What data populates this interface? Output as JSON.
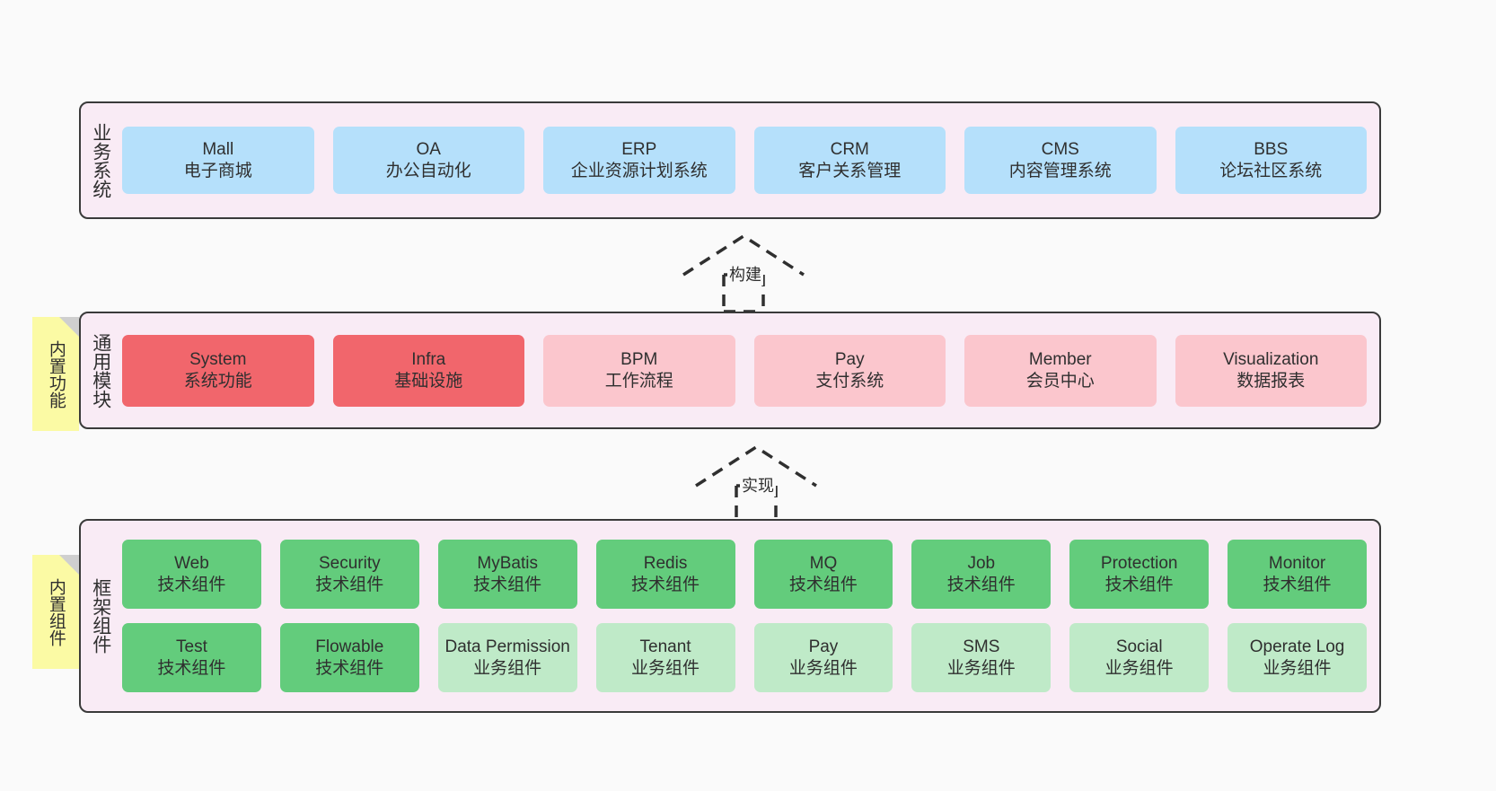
{
  "diagram": {
    "title": "",
    "colors": {
      "panel_bg": "#f9ebf5",
      "panel_border": "#3a3a3a",
      "business_cell": "#b5e0fb",
      "module_highlight": "#f1666c",
      "module_normal": "#fbc6cd",
      "tech_component": "#63cc7c",
      "biz_component": "#bfeac8",
      "note_bg": "#fbfaa4",
      "note_fold": "#cfcfcf",
      "text": "#2f2f2f",
      "canvas_bg": "#fafafa"
    }
  },
  "layers": {
    "business": {
      "title": "业务系统",
      "items": [
        {
          "en": "Mall",
          "cn": "电子商城"
        },
        {
          "en": "OA",
          "cn": "办公自动化"
        },
        {
          "en": "ERP",
          "cn": "企业资源计划系统"
        },
        {
          "en": "CRM",
          "cn": "客户关系管理"
        },
        {
          "en": "CMS",
          "cn": "内容管理系统"
        },
        {
          "en": "BBS",
          "cn": "论坛社区系统"
        }
      ]
    },
    "modules": {
      "title": "通用模块",
      "note": "内置功能",
      "items": [
        {
          "en": "System",
          "cn": "系统功能",
          "style": "highlight"
        },
        {
          "en": "Infra",
          "cn": "基础设施",
          "style": "highlight"
        },
        {
          "en": "BPM",
          "cn": "工作流程",
          "style": "normal"
        },
        {
          "en": "Pay",
          "cn": "支付系统",
          "style": "normal"
        },
        {
          "en": "Member",
          "cn": "会员中心",
          "style": "normal"
        },
        {
          "en": "Visualization",
          "cn": "数据报表",
          "style": "normal"
        }
      ]
    },
    "framework": {
      "title": "框架组件",
      "note": "内置组件",
      "row1": [
        {
          "en": "Web",
          "cn": "技术组件"
        },
        {
          "en": "Security",
          "cn": "技术组件"
        },
        {
          "en": "MyBatis",
          "cn": "技术组件"
        },
        {
          "en": "Redis",
          "cn": "技术组件"
        },
        {
          "en": "MQ",
          "cn": "技术组件"
        },
        {
          "en": "Job",
          "cn": "技术组件"
        },
        {
          "en": "Protection",
          "cn": "技术组件"
        },
        {
          "en": "Monitor",
          "cn": "技术组件"
        }
      ],
      "row2": [
        {
          "en": "Test",
          "cn": "技术组件",
          "style": "tech"
        },
        {
          "en": "Flowable",
          "cn": "技术组件",
          "style": "tech"
        },
        {
          "en": "Data Permission",
          "cn": "业务组件",
          "style": "biz"
        },
        {
          "en": "Tenant",
          "cn": "业务组件",
          "style": "biz"
        },
        {
          "en": "Pay",
          "cn": "业务组件",
          "style": "biz"
        },
        {
          "en": "SMS",
          "cn": "业务组件",
          "style": "biz"
        },
        {
          "en": "Social",
          "cn": "业务组件",
          "style": "biz"
        },
        {
          "en": "Operate Log",
          "cn": "业务组件",
          "style": "biz"
        }
      ]
    }
  },
  "connectors": [
    {
      "label": "构建"
    },
    {
      "label": "实现"
    }
  ]
}
